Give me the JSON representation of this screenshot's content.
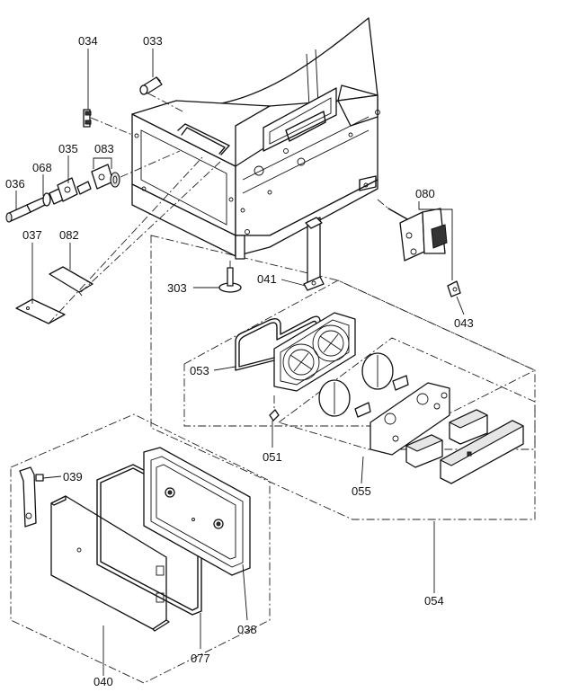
{
  "labels": {
    "p034": "034",
    "p033": "033",
    "p035": "035",
    "p083": "083",
    "p068": "068",
    "p036": "036",
    "p037": "037",
    "p082": "082",
    "p080": "080",
    "p303": "303",
    "p041": "041",
    "p043": "043",
    "p053": "053",
    "p051": "051",
    "p055": "055",
    "p054": "054",
    "p039": "039",
    "p038": "038",
    "p077": "077",
    "p040": "040"
  },
  "colors": {
    "line": "#111111",
    "background": "#ffffff",
    "shade": "#e6e6e6"
  }
}
